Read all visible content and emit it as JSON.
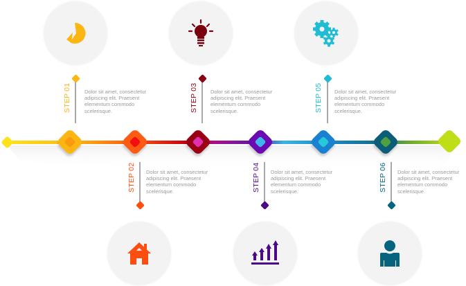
{
  "steps": [
    {
      "label": "STEP 01",
      "text": [
        "Dolor sit amet, consectetur",
        "adipiscing elit. Praesent",
        "elementum commodo",
        "scelerisque."
      ],
      "icon": "pie-chart-icon",
      "color": "#fbb614",
      "position": "top"
    },
    {
      "label": "STEP 02",
      "text": [
        "Dolor sit amet, consectetur",
        "adipiscing elit. Praesent",
        "elementum commodo",
        "scelerisque."
      ],
      "icon": "home-icon",
      "color": "#fd4e10",
      "position": "bottom"
    },
    {
      "label": "STEP 03",
      "text": [
        "Dolor sit amet, consectetur",
        "adipiscing elit. Praesent",
        "elementum commodo",
        "scelerisque."
      ],
      "icon": "lightbulb-icon",
      "color": "#8b0012",
      "position": "top"
    },
    {
      "label": "STEP 04",
      "text": [
        "Dolor sit amet, consectetur",
        "adipiscing elit. Praesent",
        "elementum commodo",
        "scelerisque."
      ],
      "icon": "growth-chart-icon",
      "color": "#4a0a86",
      "position": "bottom"
    },
    {
      "label": "STEP 05",
      "text": [
        "Dolor sit amet, consectetur",
        "adipiscing elit. Praesent",
        "elementum commodo",
        "scelerisque."
      ],
      "icon": "gears-icon",
      "color": "#20bcd4",
      "position": "top"
    },
    {
      "label": "STEP 06",
      "text": [
        "Dolor sit amet, consectetur",
        "adipiscing elit. Praesent",
        "elementum commodo",
        "scelerisque."
      ],
      "icon": "user-icon",
      "color": "#07647e",
      "position": "bottom"
    }
  ],
  "timeline": {
    "start_color": "#fde21c",
    "end_color": "#bde01a"
  }
}
